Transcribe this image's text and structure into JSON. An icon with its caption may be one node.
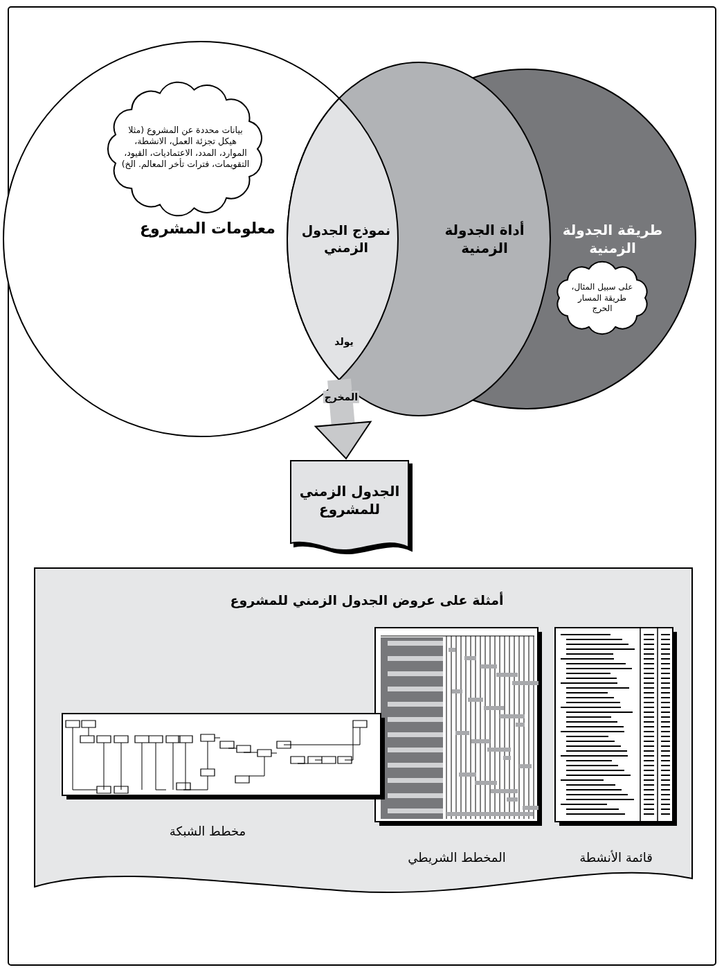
{
  "diagram": {
    "nodes": [
      {
        "text": [
          "معلومات المشروع"
        ]
      },
      {
        "text": [
          "بيانات محددة عن المشروع (مثلا هيكل تجزئة العمل، الانشطة، الموارد، المدد، الاعتماديات، القيود، التقويمات، فترات تأخر المعالم. الخ)"
        ],
        "in": 0
      },
      {
        "text": [
          "طريقة الجدولة الزمنية"
        ]
      },
      {
        "text": [
          "على سبيل المثال، طريقة المسار الحرج"
        ],
        "in": 2
      },
      {
        "text": [
          "أداة الجدولة الزمنية"
        ]
      },
      {
        "text": [
          "نموذج الجدول الزمني"
        ]
      },
      {
        "text": [
          "الجدول الزمني للمشروع"
        ]
      },
      {
        "text": [
          "أمثلة على عروض الجدول الزمني للمشروع"
        ]
      },
      {
        "text": [],
        "shape": "picture",
        "beside": [
          "قائمة الأنشطة"
        ],
        "in": 7
      },
      {
        "text": [],
        "shape": "picture",
        "beside": [
          "المخطط الشريطي"
        ],
        "in": 7
      },
      {
        "text": [],
        "shape": "picture",
        "beside": [
          "مخطط الشبكة"
        ],
        "in": 7
      }
    ],
    "edges": [
      {
        "from": 5,
        "to": 6,
        "arrow": "to",
        "label": "المخرج"
      }
    ],
    "labels": [
      "يولد"
    ]
  }
}
